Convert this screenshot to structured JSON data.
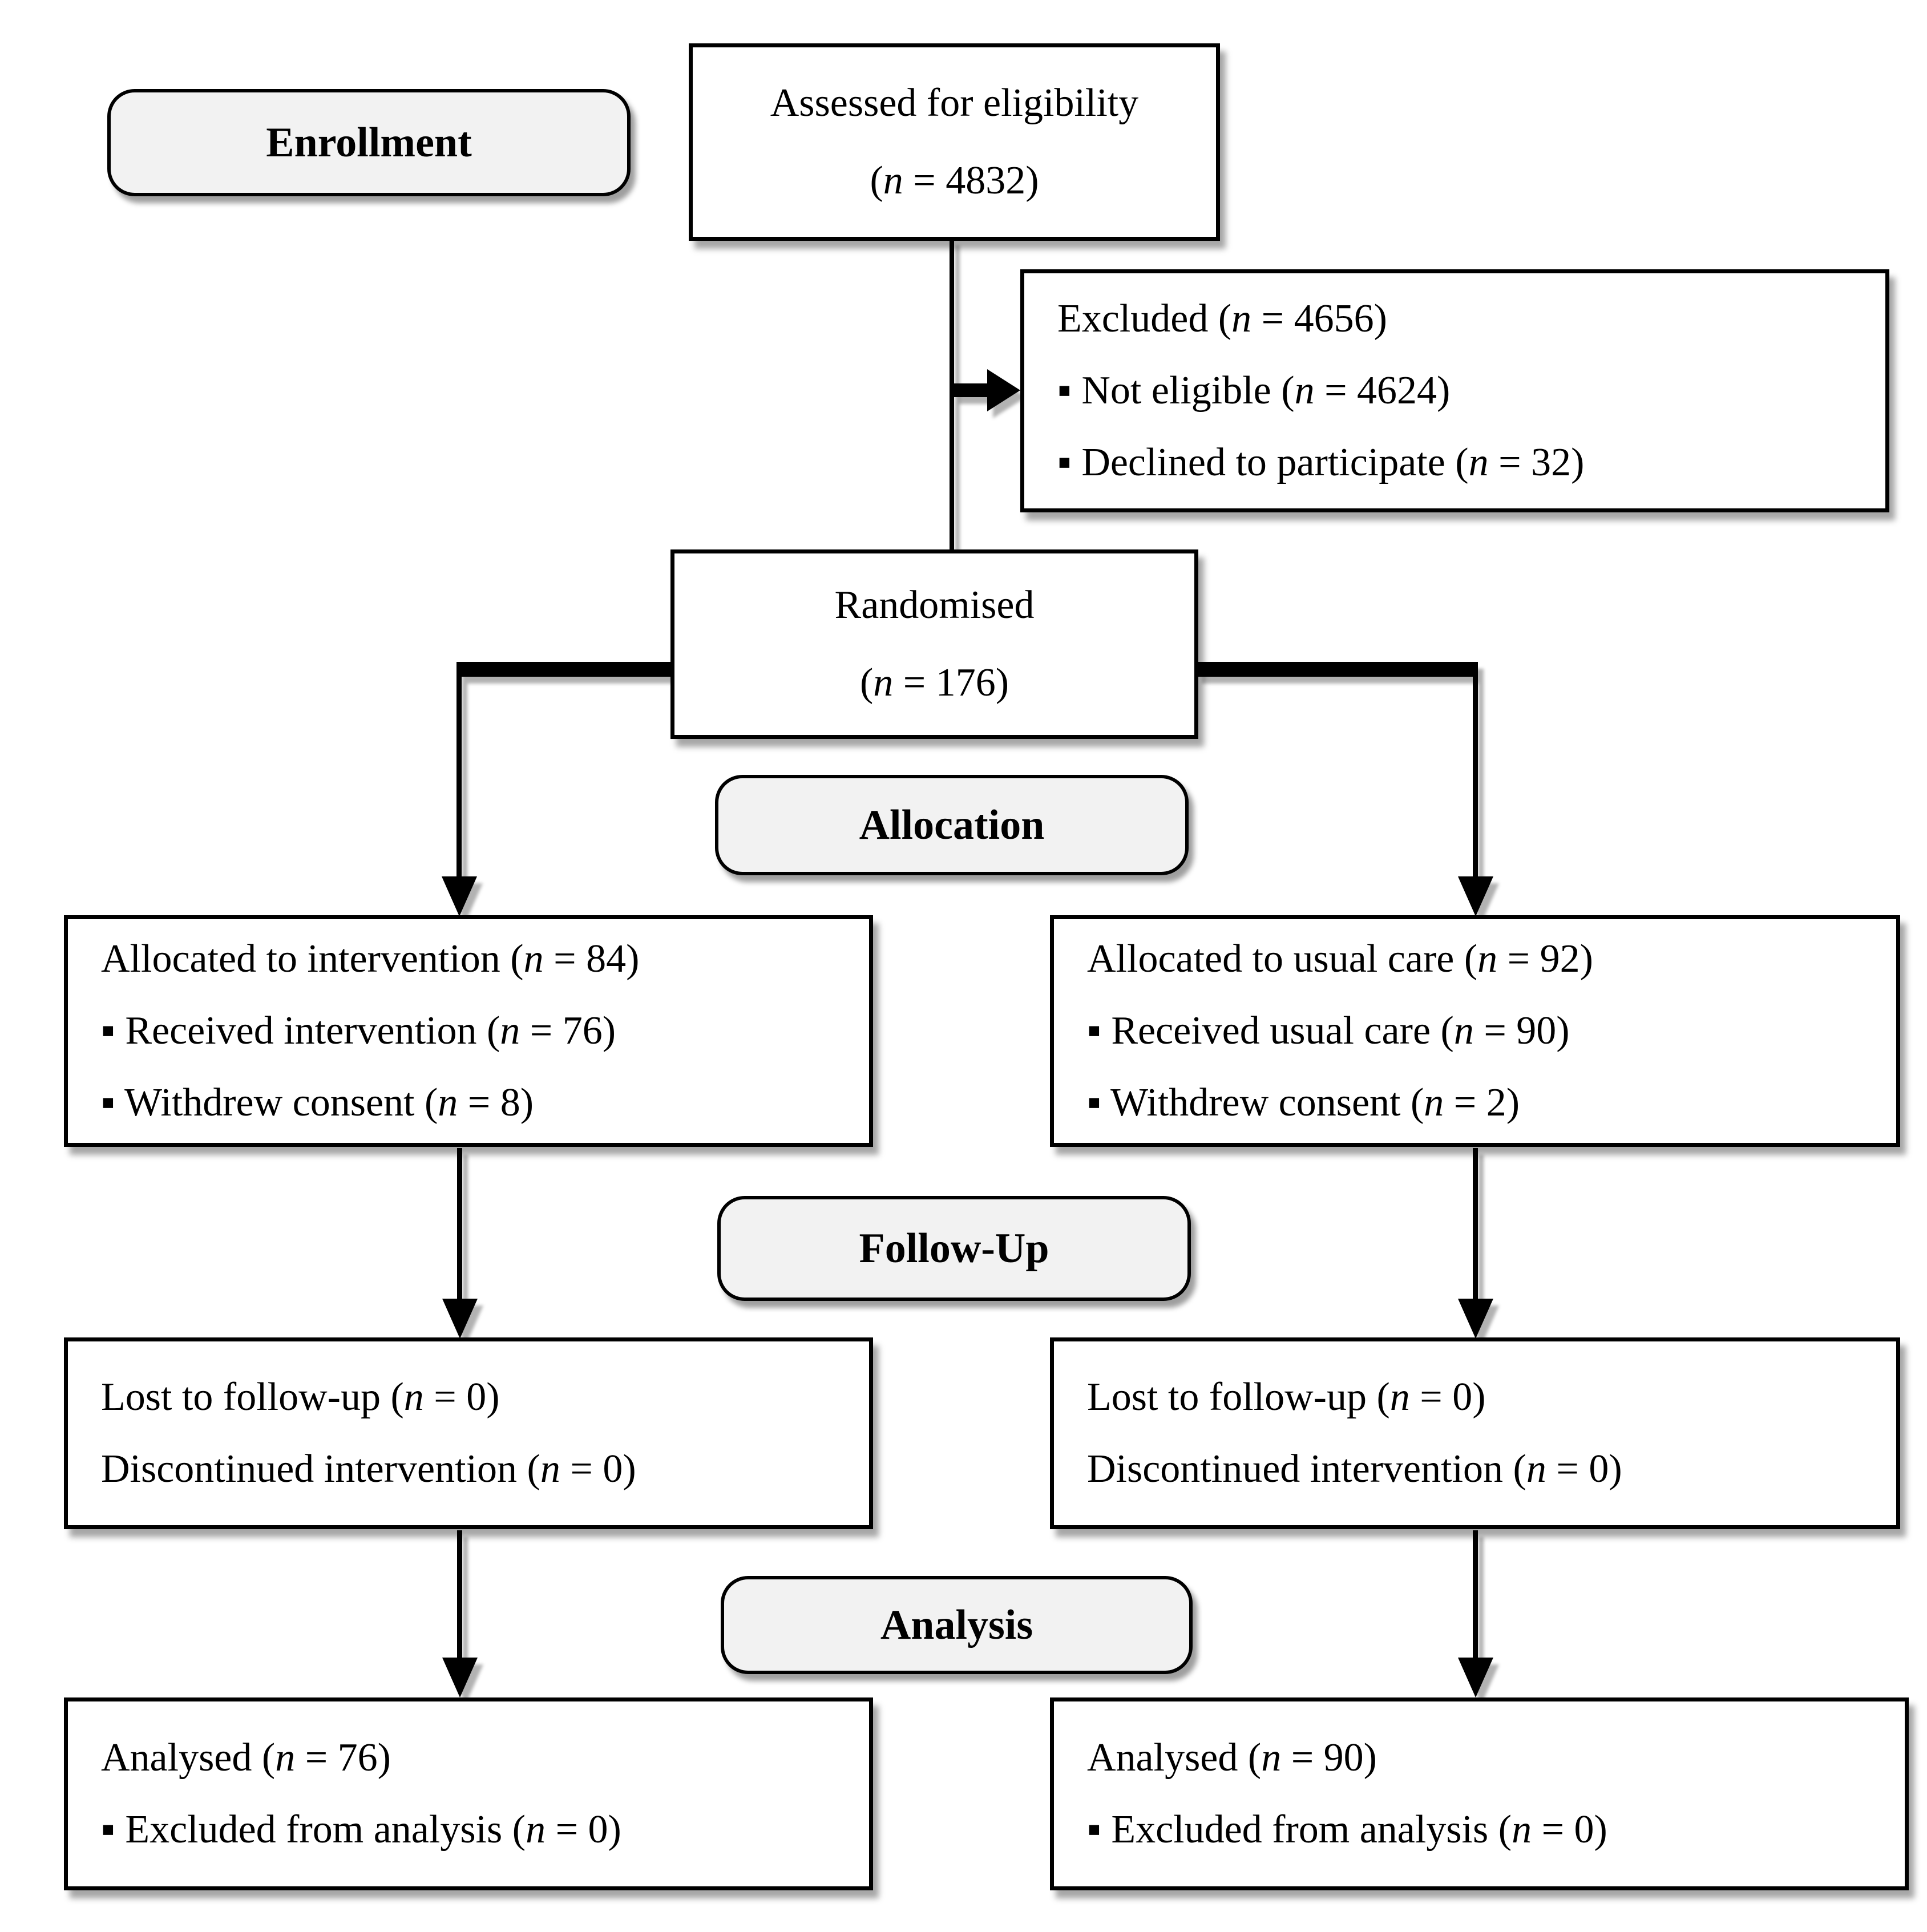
{
  "stages": {
    "enrollment": "Enrollment",
    "allocation": "Allocation",
    "followup": "Follow-Up",
    "analysis": "Analysis"
  },
  "boxes": {
    "assessed": [
      "Assessed for eligibility",
      "(n = 4832)"
    ],
    "excluded": [
      "Excluded (n = 4656)",
      "▪ Not eligible (n = 4624)",
      "▪ Declined to participate (n = 32)"
    ],
    "randomised": [
      "Randomised",
      "(n = 176)"
    ],
    "allocated_intervention": [
      "Allocated to intervention (n = 84)",
      "▪ Received intervention (n = 76)",
      "▪ Withdrew consent (n = 8)"
    ],
    "allocated_usual_care": [
      "Allocated to usual care (n = 92)",
      "▪ Received usual care (n = 90)",
      "▪ Withdrew consent (n = 2)"
    ],
    "followup_intervention": [
      "Lost to follow-up (n = 0)",
      "Discontinued intervention (n = 0)"
    ],
    "followup_usual_care": [
      "Lost to follow-up (n = 0)",
      "Discontinued intervention (n = 0)"
    ],
    "analysed_intervention": [
      "Analysed (n = 76)",
      "▪ Excluded from analysis (n = 0)"
    ],
    "analysed_usual_care": [
      "Analysed (n = 90)",
      "▪ Excluded from analysis (n = 0)"
    ]
  },
  "colors": {
    "stage_label_fill": "#f2f2f2",
    "box_fill": "#ffffff",
    "line_color": "#000000"
  }
}
